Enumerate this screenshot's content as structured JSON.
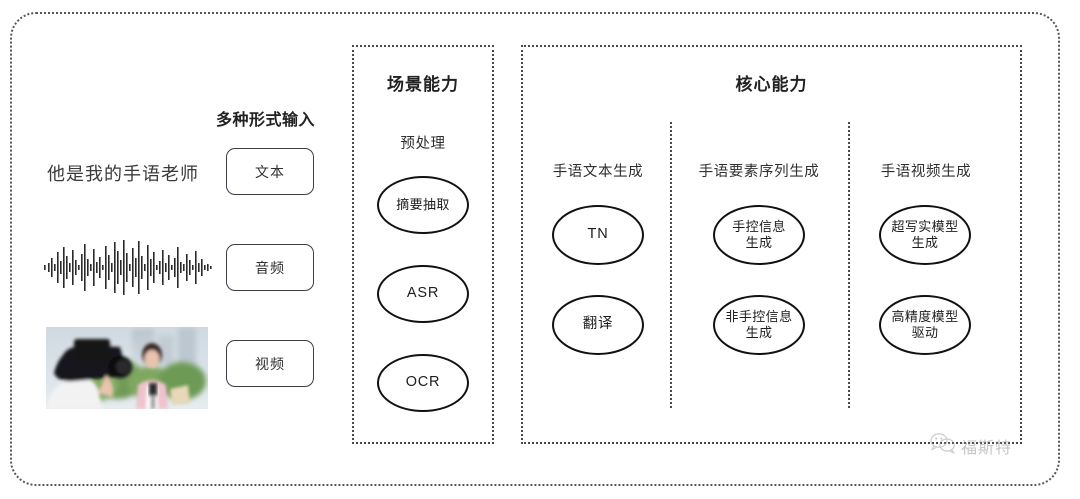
{
  "diagram": {
    "input_section": {
      "title": "多种形式输入",
      "sentence": "他是我的手语老师",
      "modalities": [
        {
          "label": "文本",
          "icon": "text-icon"
        },
        {
          "label": "音频",
          "icon": "waveform-icon"
        },
        {
          "label": "视频",
          "icon": "video-thumbnail-icon"
        }
      ]
    },
    "scene_panel": {
      "title": "场景能力",
      "columns": [
        {
          "label": "预处理",
          "nodes": [
            "摘要抽取",
            "ASR",
            "OCR"
          ]
        }
      ]
    },
    "core_panel": {
      "title": "核心能力",
      "columns": [
        {
          "label": "手语文本生成",
          "nodes": [
            "TN",
            "翻译"
          ]
        },
        {
          "label": "手语要素序列生成",
          "nodes": [
            "手控信息\n生成",
            "非手控信息\n生成"
          ]
        },
        {
          "label": "手语视频生成",
          "nodes": [
            "超写实模型\n生成",
            "高精度模型\n驱动"
          ]
        }
      ]
    },
    "watermark": {
      "text": "福斯特",
      "icon": "wechat-icon"
    },
    "colors": {
      "frame": "#4a4a4a",
      "node_border": "#111111",
      "text": "#2b2b2b",
      "watermark": "#8d8d8d"
    }
  }
}
